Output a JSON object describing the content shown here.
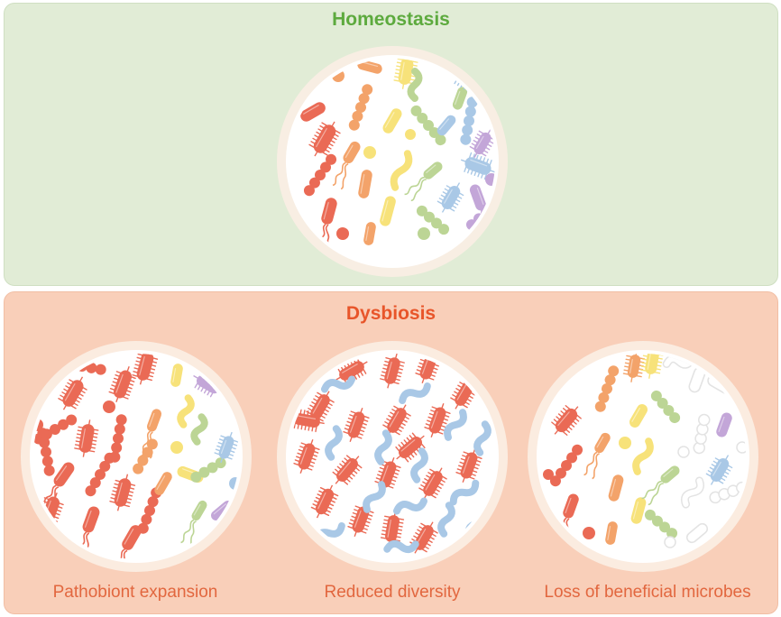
{
  "homeostasis": {
    "title": "Homeostasis",
    "color": "#5daa3e"
  },
  "dysbiosis": {
    "title": "Dysbiosis",
    "color": "#e8552a",
    "captions": [
      "Pathobiont expansion",
      "Reduced diversity",
      "Loss of beneficial microbes"
    ]
  },
  "palette": {
    "red": "#ea6a55",
    "orange": "#f3a36a",
    "yellow": "#f7e27a",
    "green": "#bcd595",
    "blue": "#a9c8e6",
    "purple": "#c3a6d8",
    "ghost": "#e3e3e3"
  }
}
